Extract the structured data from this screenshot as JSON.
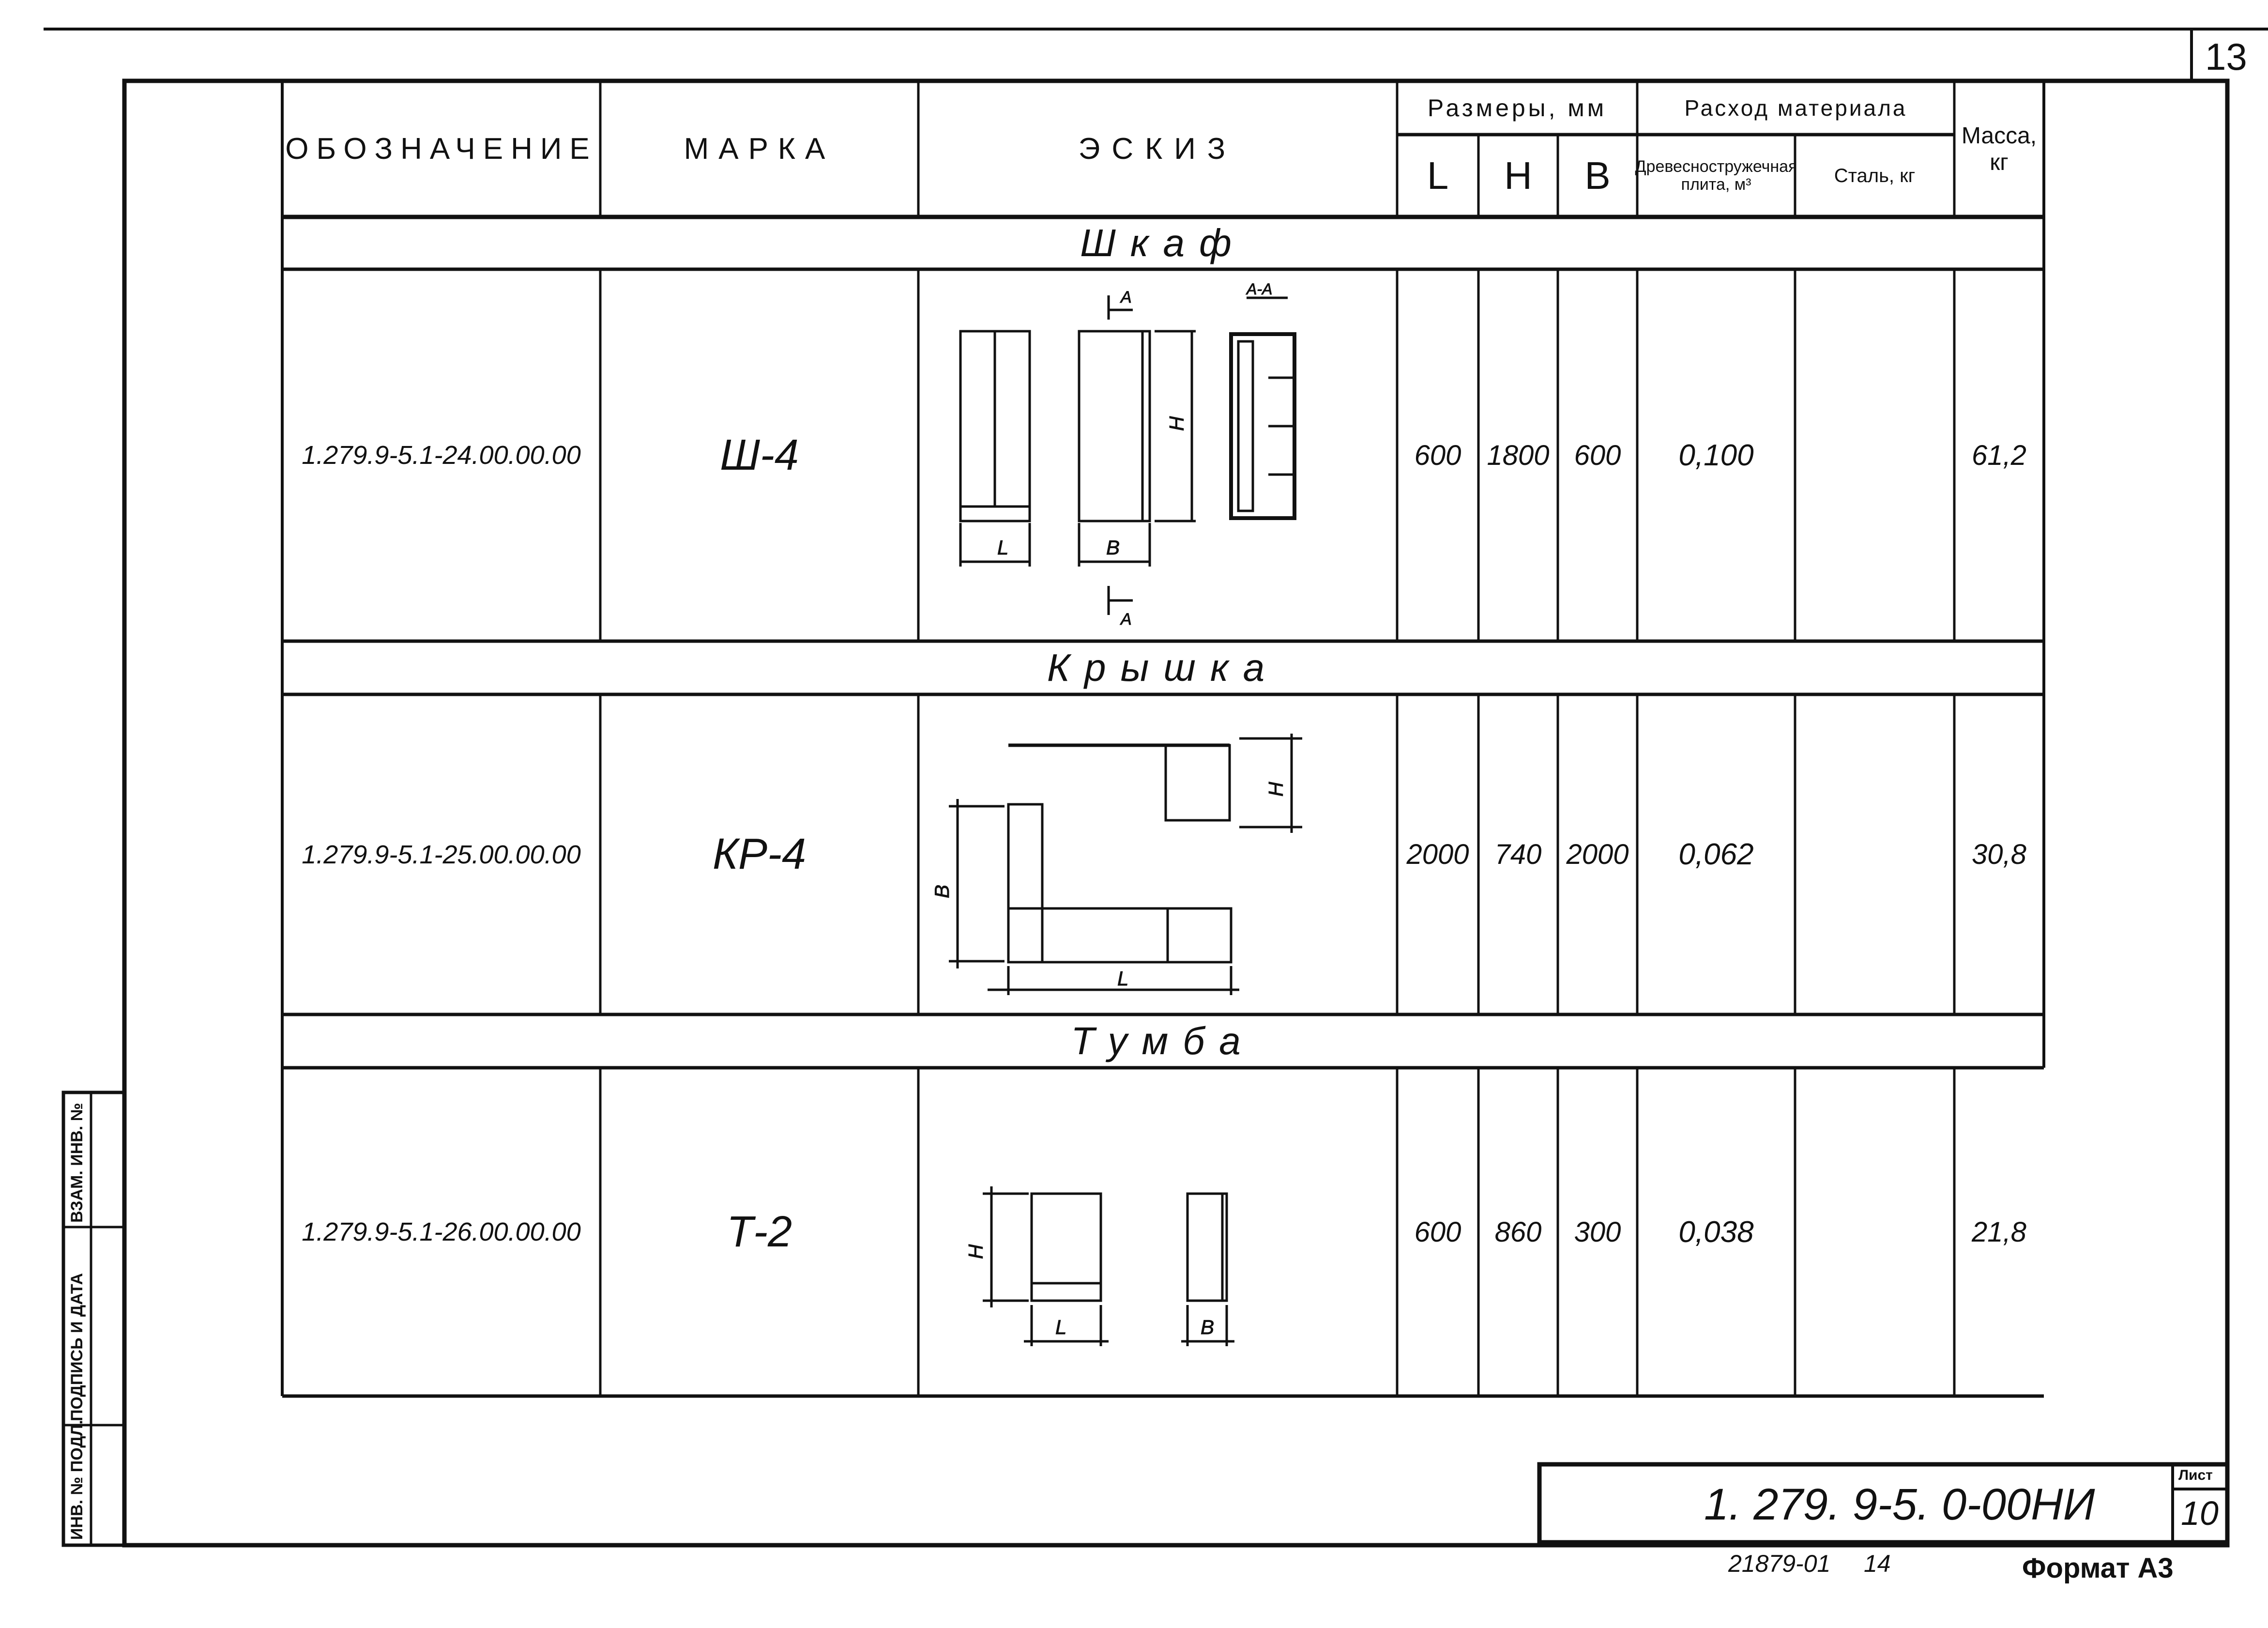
{
  "page_number": "13",
  "header": {
    "designation": "ОБОЗНАЧЕНИЕ",
    "mark": "МАРКА",
    "sketch": "ЭСКИЗ",
    "dimensions": "Размеры, мм",
    "dim_l": "L",
    "dim_h": "H",
    "dim_b": "B",
    "material": "Расход материала",
    "chipboard": "Древесностружечная плита, м³",
    "steel": "Сталь, кг",
    "mass": "Масса, кг"
  },
  "sections": [
    {
      "title": "Шкаф",
      "designation": "1.279.9-5.1-24.00.00.00",
      "mark": "Ш-4",
      "L": "600",
      "H": "1800",
      "B": "600",
      "chipboard": "0,100",
      "steel": "",
      "mass": "61,2",
      "sketch_labels": {
        "l": "L",
        "b": "B",
        "h": "H",
        "a_top": "A",
        "a_bottom": "A",
        "section": "A-A"
      }
    },
    {
      "title": "Крышка",
      "designation": "1.279.9-5.1-25.00.00.00",
      "mark": "КР-4",
      "L": "2000",
      "H": "740",
      "B": "2000",
      "chipboard": "0,062",
      "steel": "",
      "mass": "30,8",
      "sketch_labels": {
        "l": "L",
        "b": "B",
        "h": "H"
      }
    },
    {
      "title": "Тумба",
      "designation": "1.279.9-5.1-26.00.00.00",
      "mark": "Т-2",
      "L": "600",
      "H": "860",
      "B": "300",
      "chipboard": "0,038",
      "steel": "",
      "mass": "21,8",
      "sketch_labels": {
        "l": "L",
        "b": "B",
        "h": "H"
      }
    }
  ],
  "side_stamp": {
    "inv_no": "ИНВ. № ПОДЛ.",
    "signature_date": "ПОДПИСЬ И ДАТА",
    "replace_inv": "ВЗАМ. ИНВ. №"
  },
  "title_block": {
    "document_code": "1. 279. 9-5. 0-00НИ",
    "sheet_label": "Лист",
    "sheet_number": "10"
  },
  "footer": {
    "order_number": "21879-01",
    "page": "14",
    "format": "Формат А3"
  }
}
